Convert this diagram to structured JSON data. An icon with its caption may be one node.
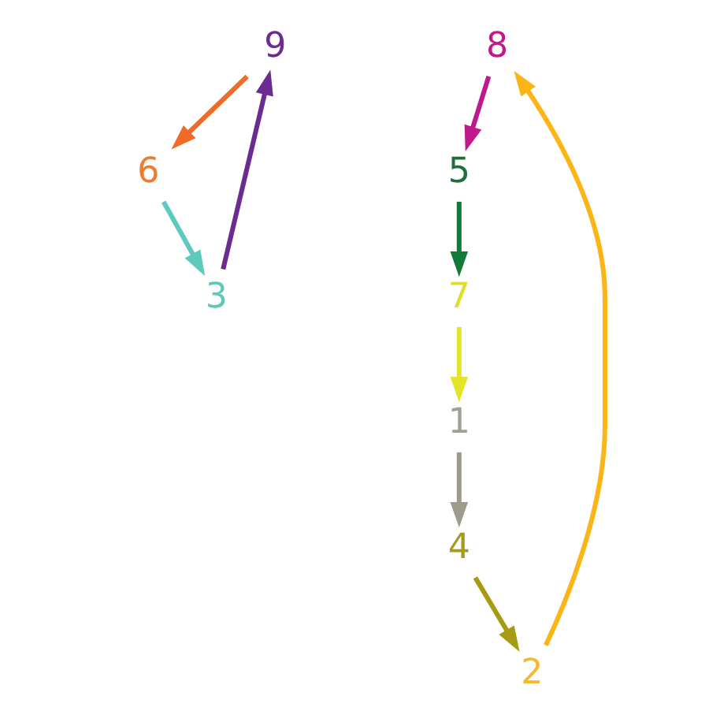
{
  "diagram": {
    "nodes": [
      {
        "text": [
          "9"
        ]
      },
      {
        "text": [
          "8"
        ]
      },
      {
        "text": [
          "1"
        ]
      },
      {
        "text": [
          "7"
        ]
      },
      {
        "text": [
          "2"
        ]
      },
      {
        "text": [
          "6"
        ]
      },
      {
        "text": [
          "3"
        ]
      },
      {
        "text": [
          "5"
        ]
      },
      {
        "text": [
          "4"
        ]
      }
    ],
    "edges": [
      {
        "from": 0,
        "to": 5,
        "arrow": "to",
        "color": "#f06a28"
      },
      {
        "from": 6,
        "to": 0,
        "arrow": "to",
        "color": "#6a2c91"
      },
      {
        "from": 2,
        "to": 8,
        "arrow": "to",
        "color": "#9e9b8b"
      },
      {
        "from": 8,
        "to": 4,
        "arrow": "to",
        "color": "#a89b14"
      },
      {
        "from": 4,
        "to": 1,
        "arrow": "to",
        "color": "#fbb517"
      },
      {
        "from": 1,
        "to": 7,
        "arrow": "to",
        "color": "#c0198b"
      },
      {
        "from": 7,
        "to": 3,
        "arrow": "to",
        "color": "#137a3a"
      },
      {
        "from": 3,
        "to": 2,
        "arrow": "to",
        "color": "#e4e52a"
      },
      {
        "from": 5,
        "to": 6,
        "arrow": "to",
        "color": "#5ec9bd"
      }
    ]
  }
}
